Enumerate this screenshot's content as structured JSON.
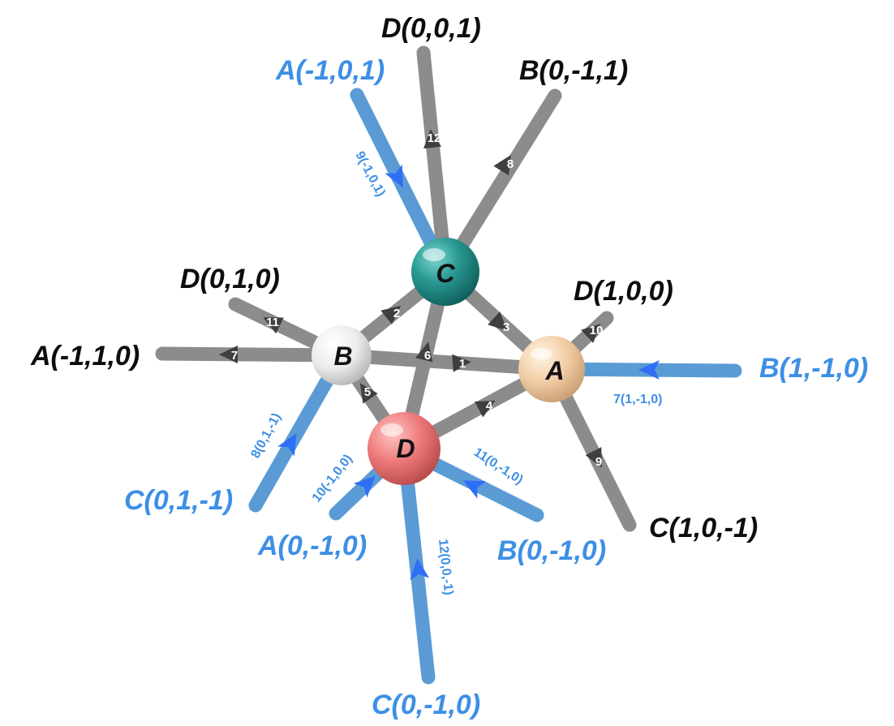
{
  "colors": {
    "gray_bond": "#8c8c8c",
    "blue_bond": "#5b9bd5",
    "blue_text": "#3d8fe6",
    "black_text": "#0d0d0d",
    "arrow_gray": "#3f3f3f",
    "arrow_blue": "#2f6ff5",
    "node_C": "#2a9a94",
    "node_A": "#f3cfa8",
    "node_B": "#ececec",
    "node_D": "#ee7b7b"
  },
  "nodes": {
    "C": "C",
    "A": "A",
    "B": "B",
    "D": "D"
  },
  "external_labels": {
    "D001": "D(0,0,1)",
    "B0m11": "B(0,-1,1)",
    "Am101": "A(-1,0,1)",
    "D010": "D(0,1,0)",
    "D100": "D(1,0,0)",
    "Am110": "A(-1,1,0)",
    "B1m10": "B(1,-1,0)",
    "C01m1": "C(0,1,-1)",
    "C10m1": "C(1,0,-1)",
    "A0m10": "A(0,-1,0)",
    "B0m10": "B(0,-1,0)",
    "C0m10": "C(0,-1,0)"
  },
  "bond_numbers": {
    "n1": "1",
    "n2": "2",
    "n3": "3",
    "n4": "4",
    "n5": "5",
    "n6": "6",
    "n7": "7",
    "n8": "8",
    "n9": "9",
    "n10": "10",
    "n11": "11",
    "n12": "12"
  },
  "vector_labels": {
    "v9": "9(-1,0,1)",
    "v7": "7(1,-1,0)",
    "v8": "8(0,1,-1)",
    "v10": "10(-1,0,0)",
    "v11": "11(0,-1,0)",
    "v12": "12(0,0,-1)"
  }
}
